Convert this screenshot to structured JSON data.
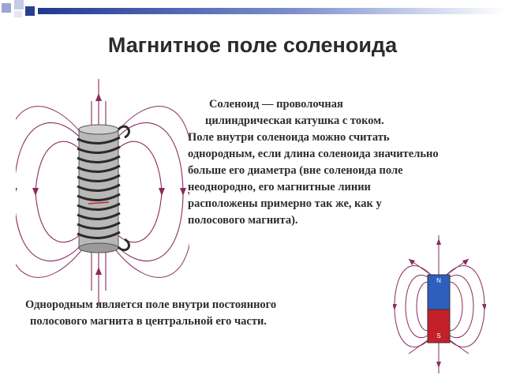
{
  "slide": {
    "title": "Магнитное поле соленоида",
    "paragraph1": {
      "line1": "Соленоид — проволочная",
      "line2": "цилиндрическая катушка с током.",
      "rest": "Поле внутри соленоида можно считать однородным, если длина соленоида значительно больше его диаметра (вне соленоида поле неоднородно, его магнитные линии расположены примерно так же, как у полосового магнита)."
    },
    "paragraph2": {
      "line1": "Однородным является  поле внутри постоянного",
      "line2": "полосового магнита в центральной его части."
    },
    "magnet": {
      "north_label": "N",
      "south_label": "S"
    },
    "colors": {
      "field_lines": "#8a2b5e",
      "magnet_north": "#2e5fbf",
      "magnet_south": "#c4202a",
      "coil": "#2a2a2a"
    }
  }
}
